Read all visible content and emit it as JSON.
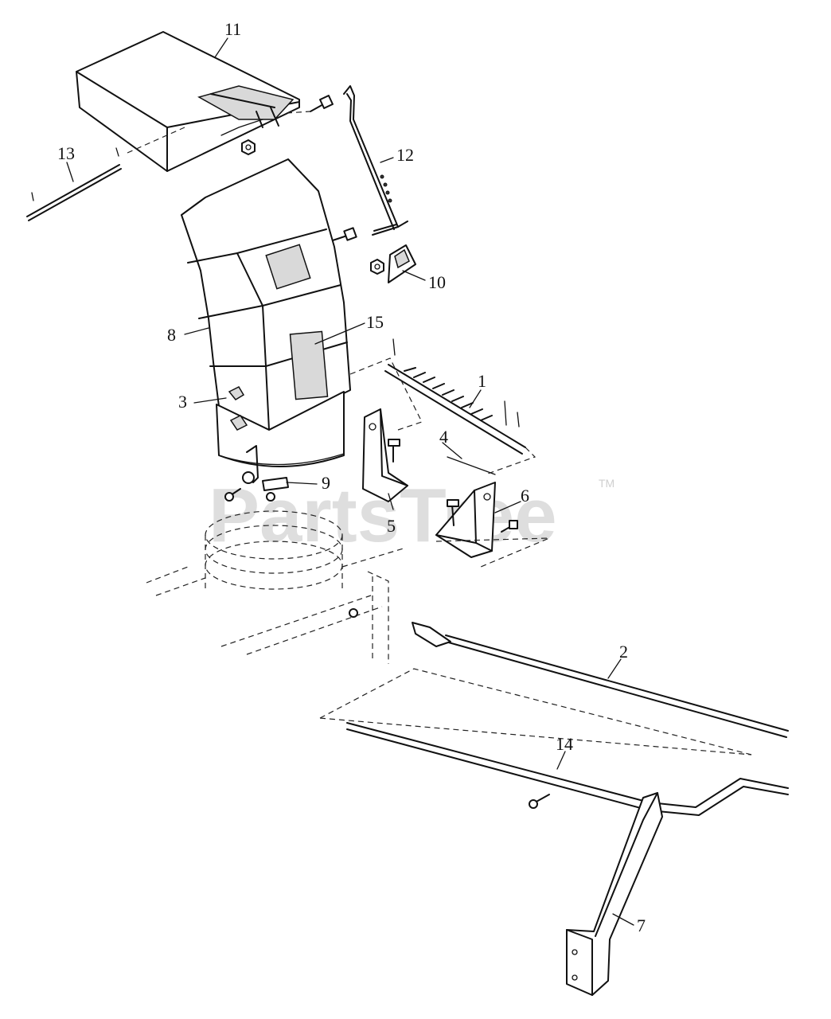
{
  "callouts": {
    "c1": "1",
    "c2": "2",
    "c3": "3",
    "c4": "4",
    "c5": "5",
    "c6": "6",
    "c7": "7",
    "c8": "8",
    "c9": "9",
    "c10": "10",
    "c11": "11",
    "c12": "12",
    "c13": "13",
    "c14": "14",
    "c15": "15"
  },
  "watermark": {
    "text": "PartsTree",
    "trademark": "TM"
  },
  "colors": {
    "ink": "#111111",
    "paper": "#ffffff",
    "watermark": "#d4d4d4"
  }
}
